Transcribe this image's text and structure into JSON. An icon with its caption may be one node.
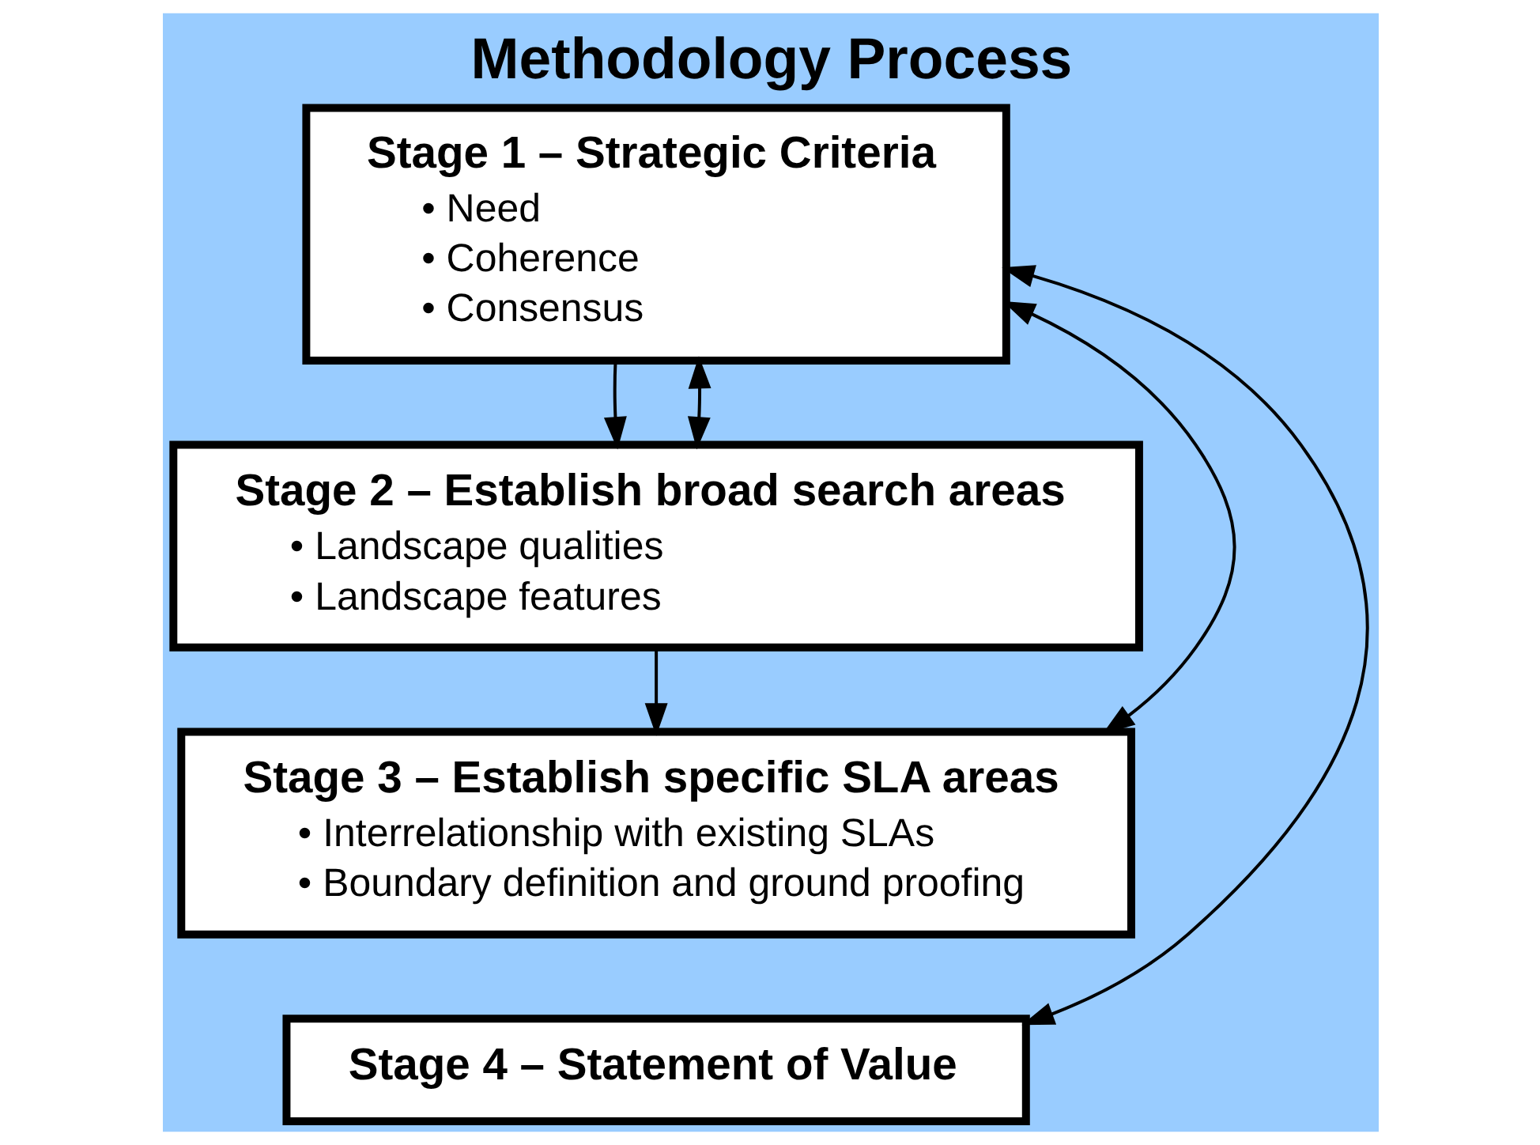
{
  "diagram": {
    "title": "Methodology Process",
    "nodes": [
      {
        "text": [
          "Stage 1 – Strategic Criteria",
          "• Need",
          "• Coherence",
          "• Consensus"
        ]
      },
      {
        "text": [
          "Stage 2 – Establish broad search areas",
          "• Landscape qualities",
          "• Landscape features"
        ]
      },
      {
        "text": [
          "Stage 3 – Establish specific SLA areas",
          "• Interrelationship with existing SLAs",
          "• Boundary definition and ground proofing"
        ]
      },
      {
        "text": [
          "Stage 4 – Statement of Value"
        ]
      }
    ],
    "edges": [
      {
        "from": 0,
        "to": 1,
        "arrow": "to"
      },
      {
        "from": 1,
        "to": 2,
        "arrow": "to"
      },
      {
        "from": 2,
        "to": 0,
        "arrow": "both"
      },
      {
        "from": 1,
        "to": 0,
        "arrow": "both"
      },
      {
        "from": 3,
        "to": 0,
        "arrow": "both"
      }
    ]
  }
}
